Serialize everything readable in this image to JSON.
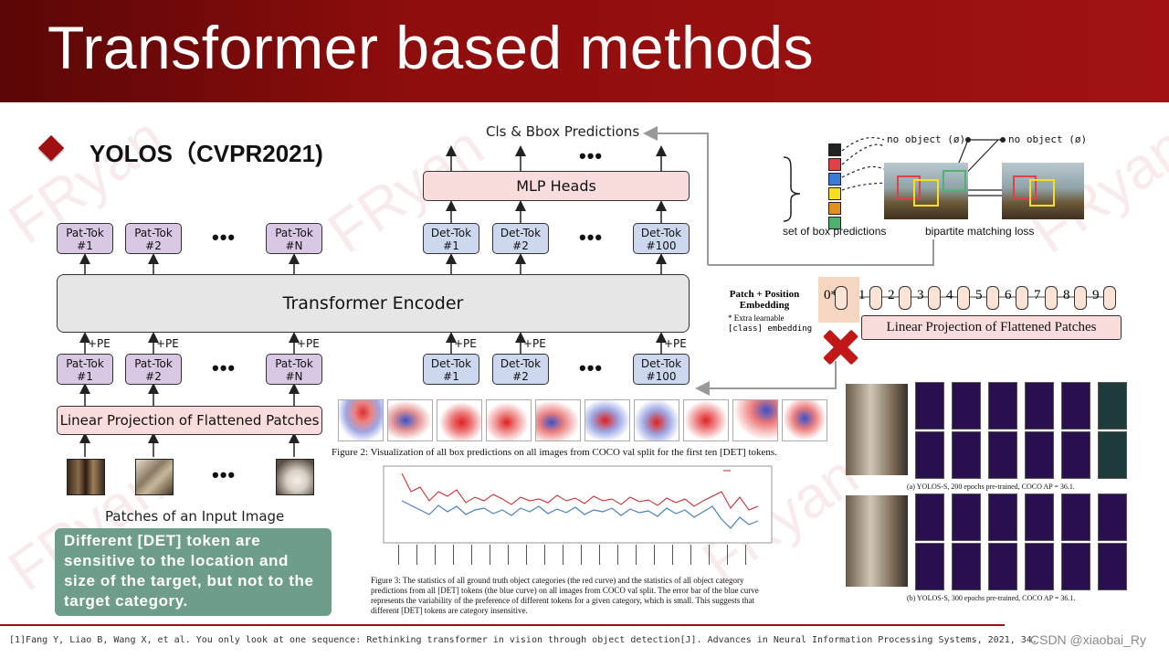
{
  "header": {
    "title": "Transformer based methods"
  },
  "subtitle": "YOLOS（CVPR2021)",
  "watermark": "FRyan",
  "diagram": {
    "cls_bbox": "Cls & Bbox Predictions",
    "mlp_heads": "MLP Heads",
    "encoder": "Transformer Encoder",
    "linear_projection": "Linear Projection of Flattened Patches",
    "patches_caption": "Patches of an Input Image",
    "pe": "+PE",
    "ellipsis": "•••",
    "pat_tokens_top": [
      {
        "l1": "Pat-Tok",
        "l2": "#1"
      },
      {
        "l1": "Pat-Tok",
        "l2": "#2"
      },
      {
        "l1": "Pat-Tok",
        "l2": "#N"
      }
    ],
    "det_tokens_top": [
      {
        "l1": "Det-Tok",
        "l2": "#1"
      },
      {
        "l1": "Det-Tok",
        "l2": "#2"
      },
      {
        "l1": "Det-Tok",
        "l2": "#100"
      }
    ],
    "pat_tokens_bottom": [
      {
        "l1": "Pat-Tok",
        "l2": "#1"
      },
      {
        "l1": "Pat-Tok",
        "l2": "#2"
      },
      {
        "l1": "Pat-Tok",
        "l2": "#N"
      }
    ],
    "det_tokens_bottom": [
      {
        "l1": "Det-Tok",
        "l2": "#1"
      },
      {
        "l1": "Det-Tok",
        "l2": "#2"
      },
      {
        "l1": "Det-Tok",
        "l2": "#100"
      }
    ]
  },
  "right_top": {
    "no_object_1": "no object (ø)",
    "no_object_2": "no object (ø)",
    "set_of_box": "set of box predictions",
    "bipartite": "bipartite matching loss"
  },
  "vit": {
    "patch_pos": "Patch + Position",
    "embedding": "Embedding",
    "extra1": "* Extra learnable",
    "extra2": "[class] embedding",
    "linear": "Linear Projection of Flattened Patches",
    "tokens": [
      "0*",
      "1",
      "2",
      "3",
      "4",
      "5",
      "6",
      "7",
      "8",
      "9"
    ]
  },
  "note": "Different [DET] token are sensitive to the location and size of the target, but not to the target category.",
  "fig2_caption": "Figure 2: Visualization of all box predictions on all images from COCO val split for the first ten [DET] tokens.",
  "fig3_caption": "Figure 3: The statistics of all ground truth object categories (the red curve) and the statistics of all object category predictions from all [DET] tokens (the blue curve) on all images from COCO val split. The error bar of the blue curve represents the variability of the preference of different tokens for a given category, which is small. This suggests that different [DET] tokens are category insensitive.",
  "fig_a_caption": "(a) YOLOS-S, 200 epochs pre-trained, COCO AP = 36.1.",
  "fig_b_caption": "(b) YOLOS-S, 300 epochs pre-trained, COCO AP = 36.1.",
  "footer": "[1]Fang Y, Liao B, Wang X, et al. You only look at one sequence: Rethinking transformer in vision through object detection[J]. Advances in Neural Information Processing Systems, 2021, 34.",
  "csdn": "CSDN @xiaobai_Ry",
  "colors": {
    "header": "#8e0d0d",
    "accent": "#a01010",
    "note_bg": "#6e9e8a",
    "pat_tok": "#d9c8e3",
    "det_tok": "#cdd8ee"
  }
}
